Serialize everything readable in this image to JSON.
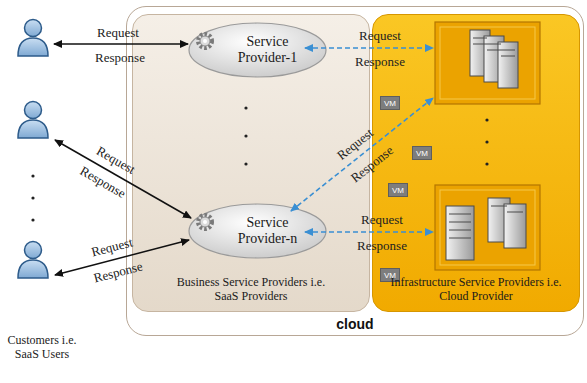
{
  "diagram": {
    "nodes": [
      {
        "text": [
          "cloud"
        ]
      },
      {
        "text": [
          "Business Service Providers i.e. SaaS Providers"
        ],
        "in": 0
      },
      {
        "text": [
          "Service Provider-1"
        ],
        "in": 1
      },
      {
        "text": [
          "Service Provider-n"
        ],
        "in": 1
      },
      {
        "text": [
          "Infrastructure Service Providers i.e. Cloud Provider"
        ],
        "in": 0
      },
      {
        "text": [
          "VM"
        ],
        "in": 4
      },
      {
        "text": [
          "VM"
        ],
        "in": 4
      },
      {
        "text": [
          "VM"
        ],
        "in": 4
      },
      {
        "text": [
          "VM"
        ],
        "in": 4
      }
    ],
    "labels": [
      "Request",
      "Response",
      "Request",
      "Response",
      "Request",
      "Response",
      "Request",
      "Response",
      "Request",
      "Response",
      "Request",
      "Response",
      "Customers i.e. SaaS Users"
    ]
  }
}
